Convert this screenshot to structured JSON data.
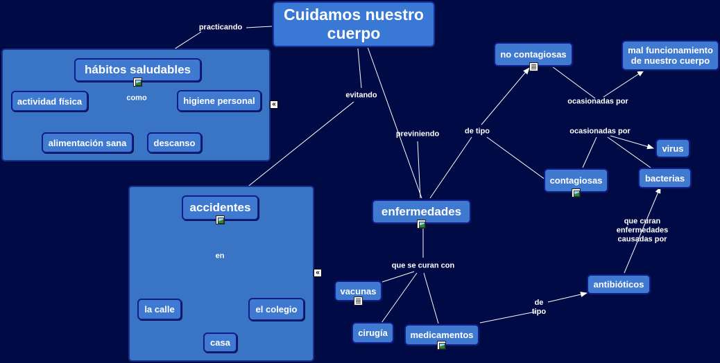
{
  "concepts": {
    "title": "Cuidamos nuestro cuerpo",
    "habitos": "hábitos saludables",
    "actividad": "actividad física",
    "higiene": "higiene personal",
    "alimentacion": "alimentación sana",
    "descanso": "descanso",
    "accidentes": "accidentes",
    "calle": "la calle",
    "colegio": "el colegio",
    "casa": "casa",
    "enfermedades": "enfermedades",
    "no_contagiosas": "no contagiosas",
    "mal_funcionamiento": "mal funcionamiento de nuestro cuerpo",
    "contagiosas": "contagiosas",
    "virus": "virus",
    "bacterias": "bacterias",
    "antibioticos": "antibióticos",
    "vacunas": "vacunas",
    "cirugia": "cirugía",
    "medicamentos": "medicamentos"
  },
  "links": {
    "practicando": "practicando",
    "como": "como",
    "evitando": "evitando",
    "en": "en",
    "previniendo": "previniendo",
    "de_tipo": "de tipo",
    "ocasionadas_1": "ocasionadas por",
    "ocasionadas_2": "ocasionadas por",
    "que_curan": "que curan enfermedades\ncausadas por",
    "que_se_curan": "que se curan con",
    "de_tipo_2": "de\ntipo"
  },
  "icons": {
    "image": "image-icon",
    "document": "document-icon",
    "collapse": "collapse-icon",
    "collapse_glyph": "«"
  },
  "colors": {
    "background": "#000a44",
    "node": "#3f7ad0",
    "node_border": "#0e1d8a",
    "panel": "#3a74c4",
    "line": "#ffffff"
  }
}
